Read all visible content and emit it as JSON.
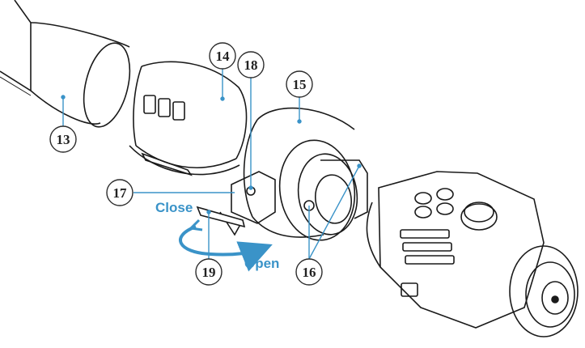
{
  "colors": {
    "accent": "#3a93c8",
    "line": "#1a1a1a",
    "callout_stroke": "#2b2b2b"
  },
  "callouts": [
    {
      "id": "13",
      "label": "13"
    },
    {
      "id": "14",
      "label": "14"
    },
    {
      "id": "18",
      "label": "18"
    },
    {
      "id": "15",
      "label": "15"
    },
    {
      "id": "17",
      "label": "17"
    },
    {
      "id": "19",
      "label": "19"
    },
    {
      "id": "16",
      "label": "16"
    }
  ],
  "actions": {
    "close": "Close",
    "open": "Open"
  }
}
